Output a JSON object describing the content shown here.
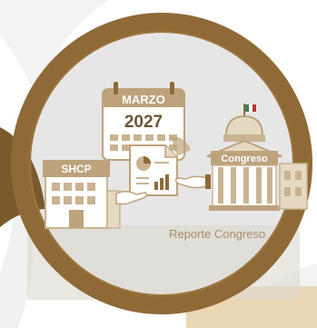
{
  "illustration": {
    "calendar": {
      "month": "MARZO",
      "year": "2027"
    },
    "shcp_building": {
      "sign": "SHCP"
    },
    "congress_building": {
      "sign": "Congreso"
    },
    "caption": "Reporte Congreso"
  },
  "colors": {
    "ring": "#8f6a37",
    "ring_dark": "#7a5a2d",
    "ring_inner_shadow": "#a67d45",
    "tan": "#c9b391",
    "tan_light": "#e6d9c4",
    "tan_mid": "#bda27c",
    "gray_bg": "#e2e2e2",
    "gray_band": "#d9d4cc",
    "sand": "#ead7b4",
    "white": "#ffffff",
    "flag_red": "#b03a2e",
    "flag_green": "#3c7d4f"
  },
  "icons": [
    "calendar-icon",
    "document-chart-icon",
    "handshake-hands-icon",
    "flag-icon",
    "building-icon"
  ]
}
